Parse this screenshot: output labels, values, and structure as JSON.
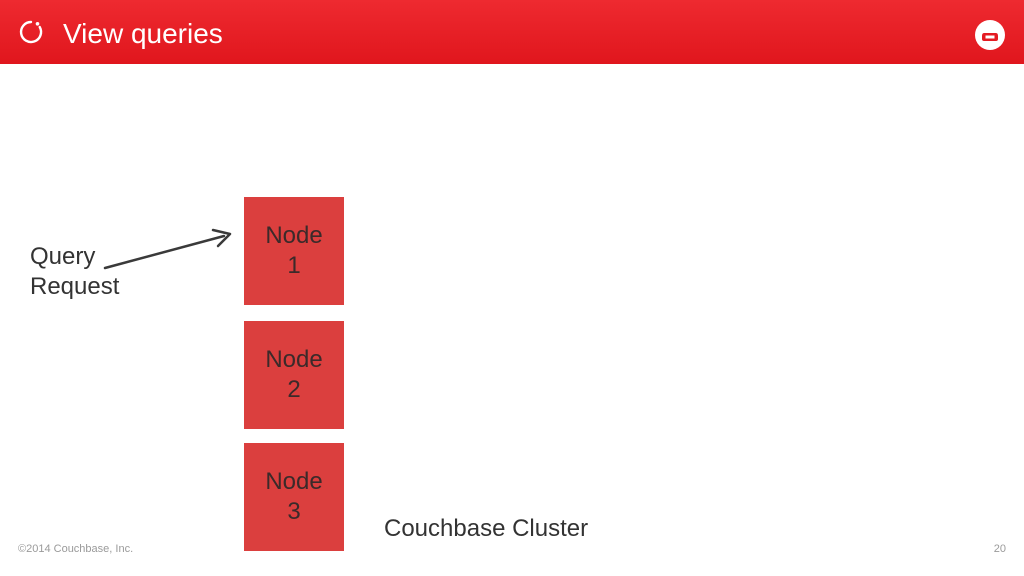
{
  "slide": {
    "title": "View queries",
    "page_number": "20",
    "copyright": "©2014 Couchbase, Inc."
  },
  "diagram": {
    "query_label_line1": "Query",
    "query_label_line2": "Request",
    "cluster_label": "Couchbase Cluster",
    "nodes": [
      {
        "line1": "Node",
        "line2": "1"
      },
      {
        "line1": "Node",
        "line2": "2"
      },
      {
        "line1": "Node",
        "line2": "3"
      }
    ]
  },
  "icons": {
    "title_icon": "refresh-circle-icon",
    "logo": "couchbase-logo-icon"
  },
  "colors": {
    "header_red": "#e41b22",
    "node_red": "#db3f3e",
    "text_dark": "#333333"
  }
}
